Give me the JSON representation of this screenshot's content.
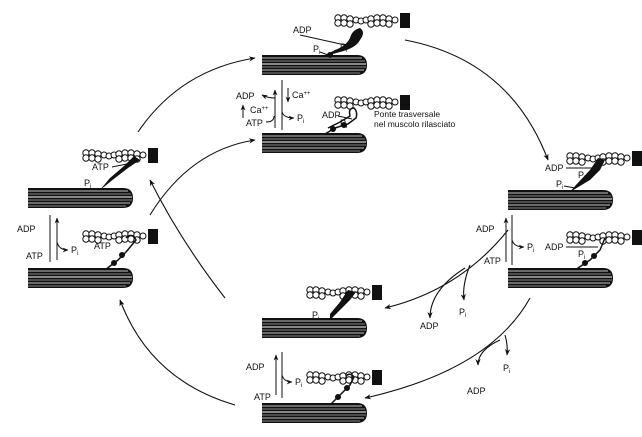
{
  "title": "Ciclo dei ponti trasversali actina-miosina",
  "labels": {
    "adp": "ADP",
    "atp": "ATP",
    "p": "P",
    "i": "i",
    "ca": "Ca",
    "caplus": "++"
  },
  "caption": {
    "line1": "Ponte trasversale",
    "line2": "nel muscolo rilasciato"
  },
  "colors": {
    "ink": "#111111",
    "background": "#ffffff"
  }
}
